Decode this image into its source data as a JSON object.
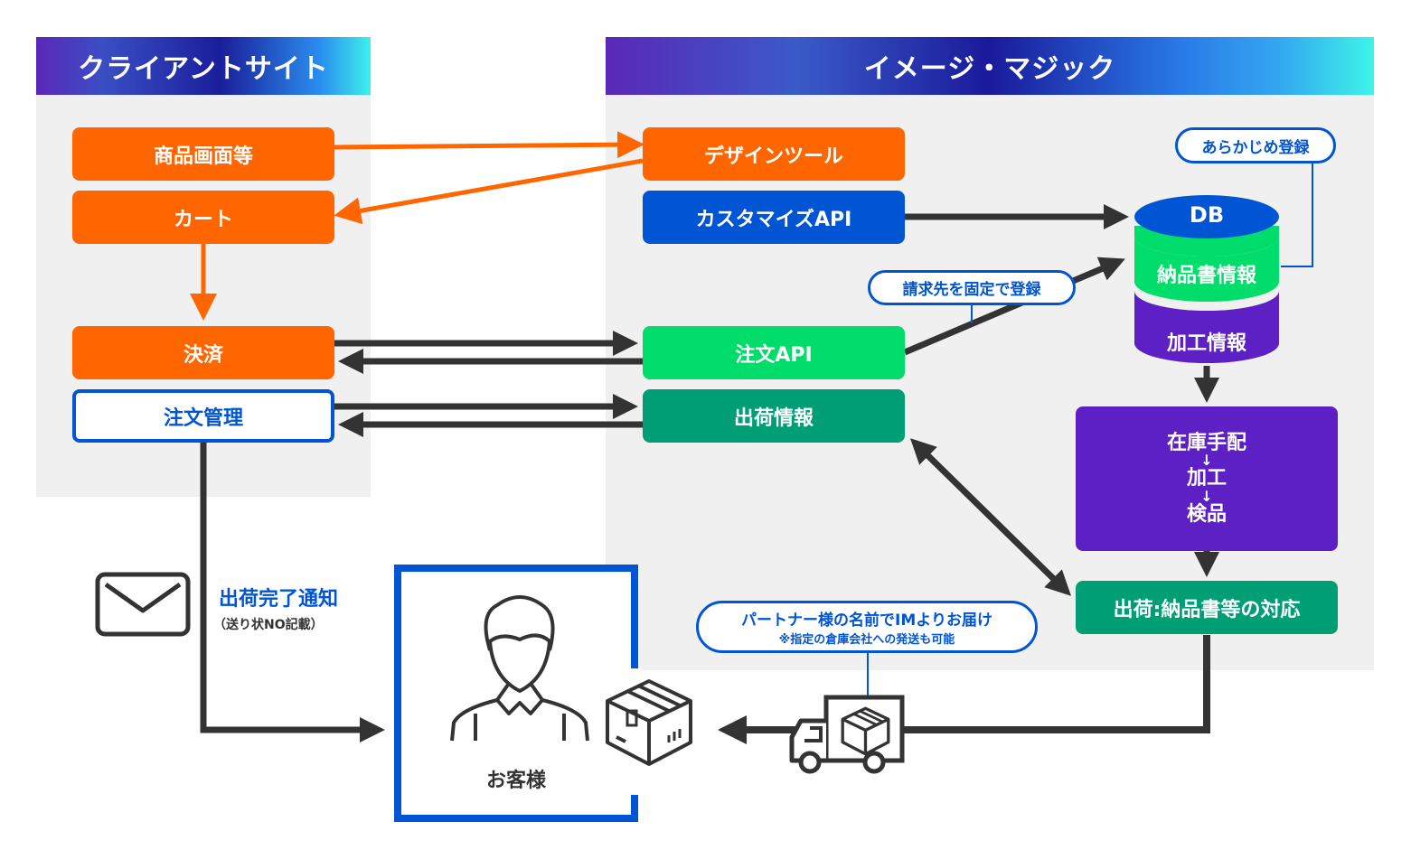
{
  "headers": {
    "client_site": "クライアントサイト",
    "image_magic": "イメージ・マジック"
  },
  "client": {
    "product_page": "商品画面等",
    "cart": "カート",
    "payment": "決済",
    "order_management": "注文管理"
  },
  "im": {
    "design_tool": "デザインツール",
    "customize_api": "カスタマイズAPI",
    "order_api": "注文API",
    "shipping_info": "出荷情報",
    "db": {
      "title": "DB",
      "delivery_note_info": "納品書情報",
      "processing_info": "加工情報"
    },
    "process_steps": [
      "在庫手配",
      "↓",
      "加工",
      "↓",
      "検品"
    ],
    "shipping_response": "出荷:納品書等の対応"
  },
  "callouts": {
    "pre_register": "あらかじめ登録",
    "billing_fixed": "請求先を固定で登録",
    "partner_delivery": "パートナー様の名前でIMよりお届け",
    "partner_delivery_note": "※指定の倉庫会社への発送も可能"
  },
  "notification": {
    "title": "出荷完了通知",
    "subtitle": "（送り状NO記載）"
  },
  "customer": {
    "label": "お客様"
  },
  "colors": {
    "orange": "#ff6600",
    "blue": "#0055d4",
    "green": "#00dd6a",
    "teal": "#009e74",
    "purple": "#5c20c4",
    "arrow_dark": "#333333",
    "panel_bg": "#f0f0f0"
  }
}
